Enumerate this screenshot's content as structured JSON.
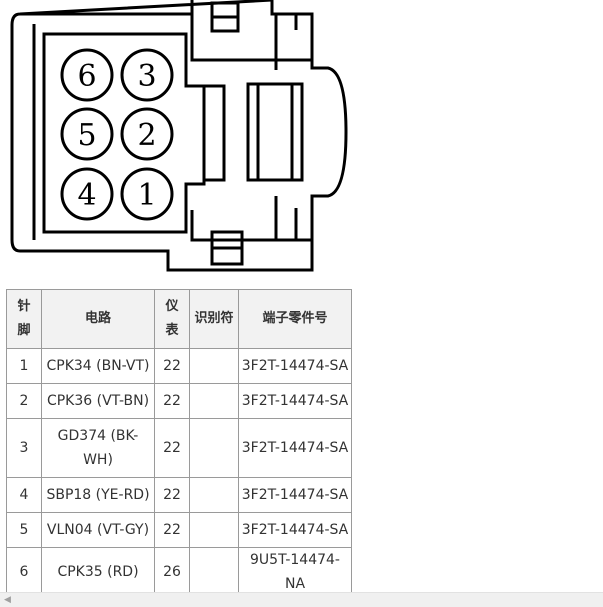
{
  "diagram": {
    "pins": [
      {
        "label": "6"
      },
      {
        "label": "3"
      },
      {
        "label": "5"
      },
      {
        "label": "2"
      },
      {
        "label": "4"
      },
      {
        "label": "1"
      }
    ]
  },
  "table": {
    "headers": {
      "pin": [
        "针",
        "脚"
      ],
      "circuit": "电路",
      "gauge": [
        "仪",
        "表"
      ],
      "identifier": "识别符",
      "terminal": "端子零件号"
    },
    "rows": [
      {
        "pin": "1",
        "circuit": "CPK34 (BN-VT)",
        "gauge": "22",
        "identifier": "",
        "terminal": "3F2T-14474-SA"
      },
      {
        "pin": "2",
        "circuit": "CPK36 (VT-BN)",
        "gauge": "22",
        "identifier": "",
        "terminal": "3F2T-14474-SA"
      },
      {
        "pin": "3",
        "circuit": [
          "GD374 (BK-",
          "WH)"
        ],
        "gauge": "22",
        "identifier": "",
        "terminal": "3F2T-14474-SA"
      },
      {
        "pin": "4",
        "circuit": "SBP18 (YE-RD)",
        "gauge": "22",
        "identifier": "",
        "terminal": "3F2T-14474-SA"
      },
      {
        "pin": "5",
        "circuit": "VLN04 (VT-GY)",
        "gauge": "22",
        "identifier": "",
        "terminal": "3F2T-14474-SA"
      },
      {
        "pin": "6",
        "circuit": "CPK35 (RD)",
        "gauge": "26",
        "identifier": "",
        "terminal": "9U5T-14474-NA"
      }
    ]
  },
  "scrollbar": {
    "left_arrow": "◀"
  }
}
